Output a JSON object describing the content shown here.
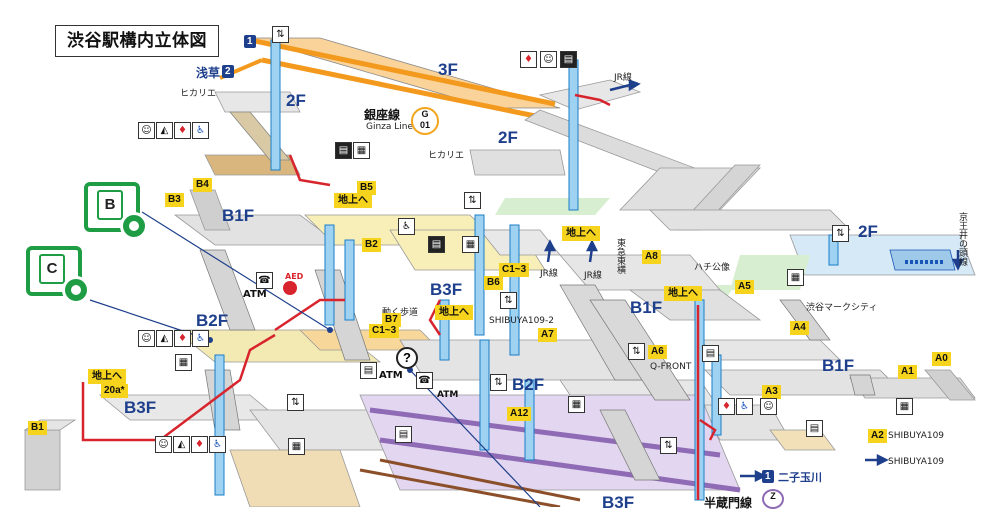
{
  "title": "渋谷駅構内立体図",
  "floors": {
    "f3": "3F",
    "f2_left": "2F",
    "f2_mid": "2F",
    "f2_right": "2F",
    "b1f_left": "B1F",
    "b1f_mid": "B1F",
    "b1f_right": "B1F",
    "b2f_left": "B2F",
    "b2f_mid": "B2F",
    "b3f_left": "B3F",
    "b3f_mid": "B3F",
    "b3f_bottom": "B3F"
  },
  "lines": {
    "ginza": "銀座線",
    "ginza_en": "Ginza Line",
    "ginza_code_letter": "G",
    "ginza_code_num": "01",
    "asakusa": "浅草",
    "asakusa_num": "2",
    "ginza_platform_num": "1",
    "hanzomon": "半蔵門線",
    "hanzomon_code": "Z",
    "futako": "二子玉川",
    "futako_num": "1",
    "jr_top": "JR線",
    "jr_a": "JR線",
    "jr_b": "JR線",
    "keio": "京王井の頭線"
  },
  "places": {
    "hikarie_top": "ヒカリエ",
    "hikarie_mid": "ヒカリエ",
    "toyoko": "東急東横",
    "hachiko": "ハチ公像",
    "mark_city": "渋谷マークシティ",
    "shibuya109_2": "SHIBUYA109-2",
    "qfront": "Q-FRONT",
    "shibuya109_a": "SHIBUYA109",
    "shibuya109_b": "SHIBUYA109",
    "walkway": "動く歩道"
  },
  "exits": [
    "B5",
    "B4",
    "B3",
    "B2",
    "B7",
    "C1~3",
    "C1~3",
    "B6",
    "A8",
    "A5",
    "A7",
    "A4",
    "A6",
    "A3",
    "A2",
    "A1",
    "A0",
    "A12",
    "20a*",
    "B1"
  ],
  "up_signs": [
    "地上へ",
    "地上へ",
    "地上へ",
    "地上へ",
    "地上へ"
  ],
  "lockers": [
    "B",
    "C"
  ],
  "misc": {
    "atm1": "ATM",
    "atm2": "ATM",
    "atm3": "ATM",
    "aed": "AED",
    "help": "?"
  },
  "colors": {
    "ginza_line": "#f39a1e",
    "hanzomon_line": "#8f6bb5",
    "elevator": "#4aa8dd",
    "exit_route": "#d8242c",
    "jr_arrow": "#1e3f8c",
    "locker_green": "#1e9d45",
    "exit_tag": "#f6d31c",
    "floor_text": "#1e3f8c"
  },
  "icons": [
    "elevator-icon",
    "escalator-icon",
    "toilet-icon",
    "accessible-icon",
    "nursery-icon",
    "ticket-machine-icon",
    "coin-locker-icon",
    "phone-icon",
    "atm-icon",
    "aed-icon",
    "help-icon"
  ]
}
